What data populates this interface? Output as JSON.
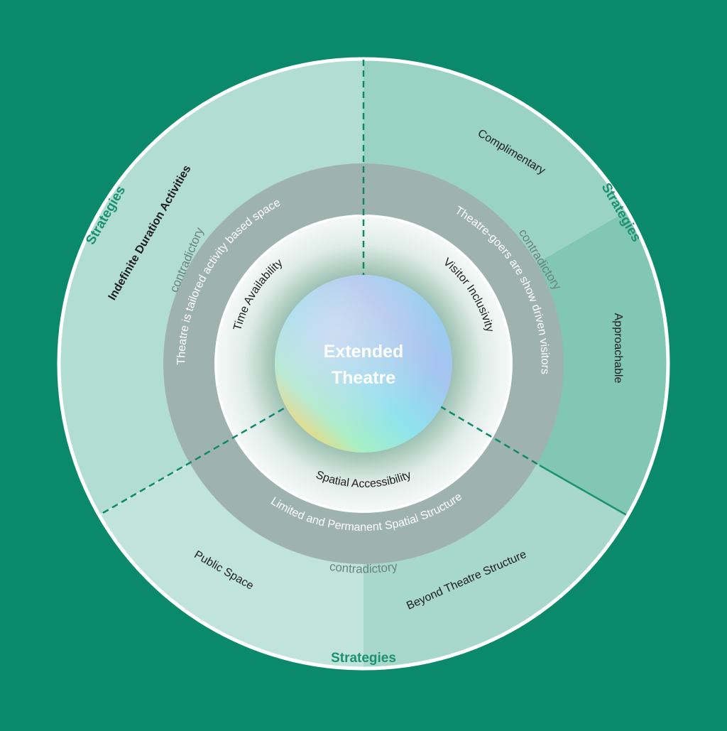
{
  "colors": {
    "background": "#0b8a6b",
    "outer_border": "#ffffff",
    "sector_left": "#b2ddd3",
    "sector_top_right": "#9ad3c4",
    "sector_right": "#82c7b4",
    "sector_bottom_right": "#a7d8cb",
    "sector_bottom_left": "#c0e4dc",
    "grey_ring": "#9fb3ae",
    "inner_ring_light": "#f4f7f6",
    "inner_ring_shade": "#9dbfb2",
    "accent_green": "#1a9172",
    "dashed_line": "#0b8a6b",
    "label_dark": "#1d1d1d",
    "label_light": "#ffffff",
    "contradictory_text": "#6d817b"
  },
  "center": {
    "line1": "Extended",
    "line2": "Theatre"
  },
  "inner_labels": {
    "time_availability": "Time Availability",
    "visitor_inclusivity": "Visitor Inclusivity",
    "spatial_accessibility": "Spatial Accessibility"
  },
  "grey_ring_labels": {
    "left": "Theatre is tailored activity based space",
    "right": "Theatre-goers are show driven visitors",
    "bottom": "Limited and Permanent Spatial Structure"
  },
  "contradictory_labels": {
    "left": "contradictory",
    "right": "contradictory",
    "bottom": "contradictory"
  },
  "strategy_labels": {
    "left": "Strategies",
    "right": "Strategies",
    "bottom": "Strategies"
  },
  "outer_labels": {
    "indefinite": "Indefinite Duration Activities",
    "complimentary": "Complimentary",
    "approachable": "Approachable",
    "public_space": "Public Space",
    "beyond": "Beyond Theatre Structure"
  }
}
